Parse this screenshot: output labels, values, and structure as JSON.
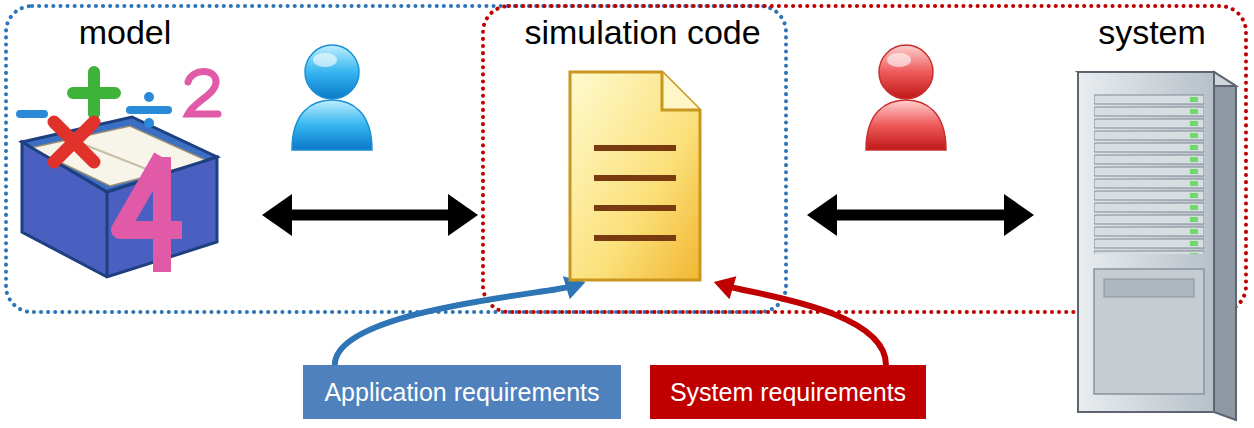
{
  "diagram": {
    "nodes": [
      {
        "text": [
          "model"
        ]
      },
      {
        "text": [
          "simulation code"
        ]
      },
      {
        "text": [
          "system"
        ]
      },
      {
        "text": [
          "Application requirements"
        ]
      },
      {
        "text": [
          "System requirements"
        ]
      }
    ],
    "edges": [
      {
        "from": 0,
        "to": 1,
        "arrow": "both"
      },
      {
        "from": 1,
        "to": 2,
        "arrow": "both"
      },
      {
        "from": 3,
        "to": 1,
        "arrow": "to"
      },
      {
        "from": 4,
        "to": 1,
        "arrow": "to"
      }
    ]
  }
}
